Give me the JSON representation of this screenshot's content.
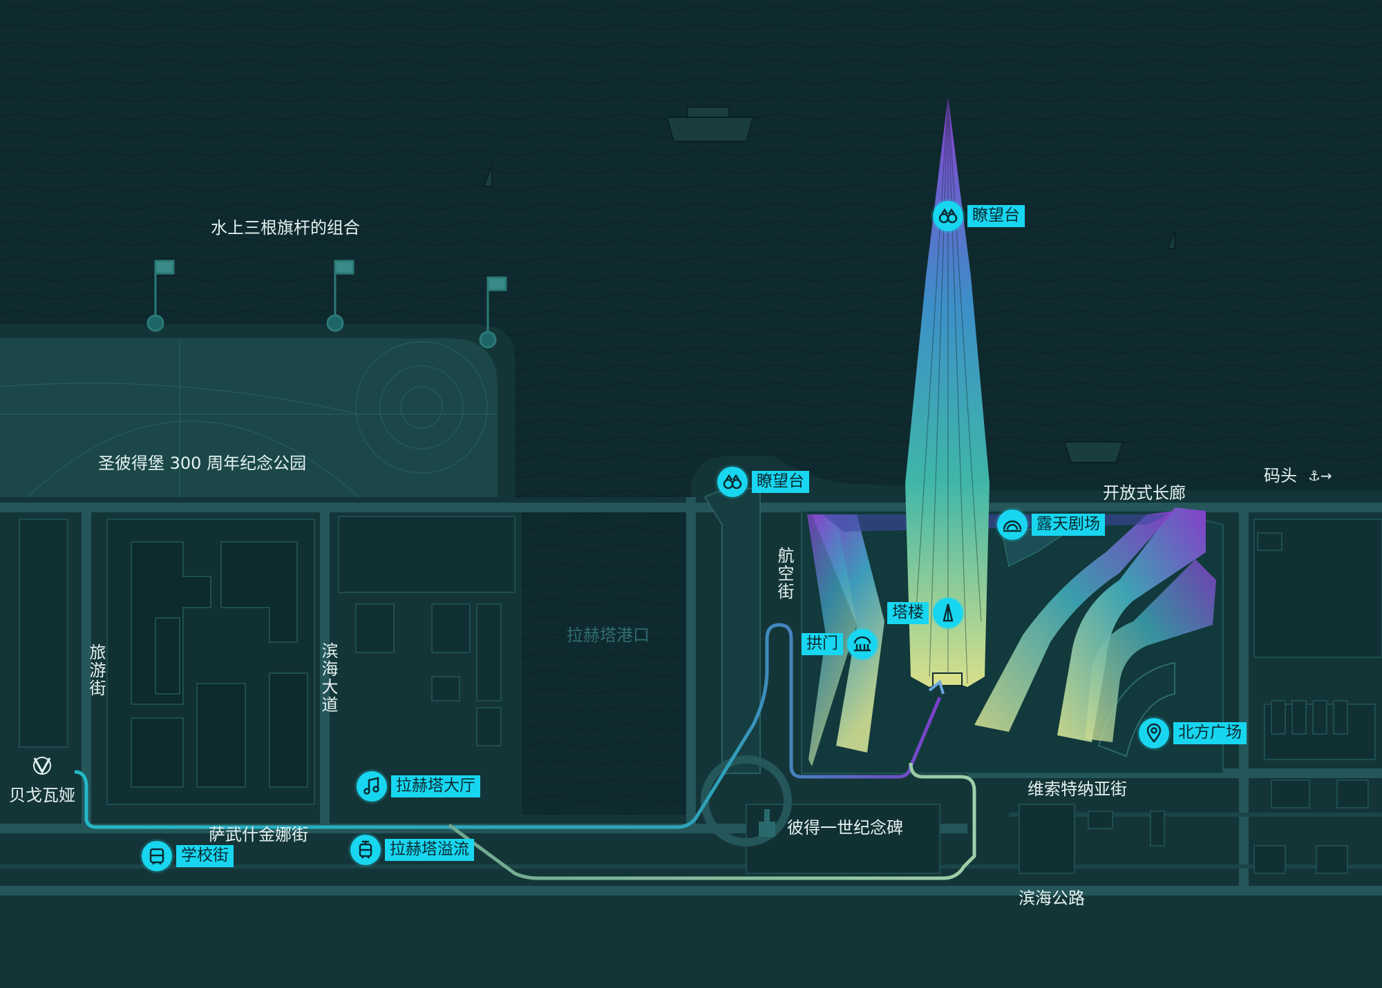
{
  "map": {
    "colors": {
      "background": "#0f2a2e",
      "land": "#153a3d",
      "park": "#1c4a4a",
      "road": "#24565a",
      "accent": "#19d6f0",
      "route_start": "#25b8c8",
      "route_end": "#7a3fc8",
      "tower_top": "#8a3fd0",
      "tower_bottom": "#d8e08a"
    },
    "labels": {
      "flags": "水上三根旗杆的组合",
      "park": "圣彼得堡 300 周年纪念公园",
      "harbor": "拉赫塔港口",
      "street_travel": "旅游街",
      "street_seaside_ave": "滨海大道",
      "street_aviation": "航空街",
      "metro_station": "贝戈瓦娅",
      "street_savushkina": "萨武什金娜街",
      "monument": "彼得一世纪念碑",
      "street_viceniya": "维索特纳亚街",
      "seaside_highway": "滨海公路",
      "colonnade": "开放式长廊",
      "pier": "码头",
      "pier_symbol": "⚓→"
    },
    "pois": [
      {
        "id": "observation-top",
        "label": "瞭望台",
        "icon": "binoculars-icon"
      },
      {
        "id": "observation-low",
        "label": "瞭望台",
        "icon": "binoculars-icon"
      },
      {
        "id": "amphitheater",
        "label": "露天剧场",
        "icon": "amphitheater-icon"
      },
      {
        "id": "tower",
        "label": "塔楼",
        "icon": "tower-icon"
      },
      {
        "id": "arch",
        "label": "拱门",
        "icon": "arch-icon"
      },
      {
        "id": "north-square",
        "label": "北方广场",
        "icon": "location-pin-icon"
      },
      {
        "id": "lakhta-hall",
        "label": "拉赫塔大厅",
        "icon": "music-note-icon"
      },
      {
        "id": "lakhta-spill",
        "label": "拉赫塔溢流",
        "icon": "tram-icon"
      },
      {
        "id": "school-street",
        "label": "学校街",
        "icon": "bus-icon"
      }
    ]
  }
}
